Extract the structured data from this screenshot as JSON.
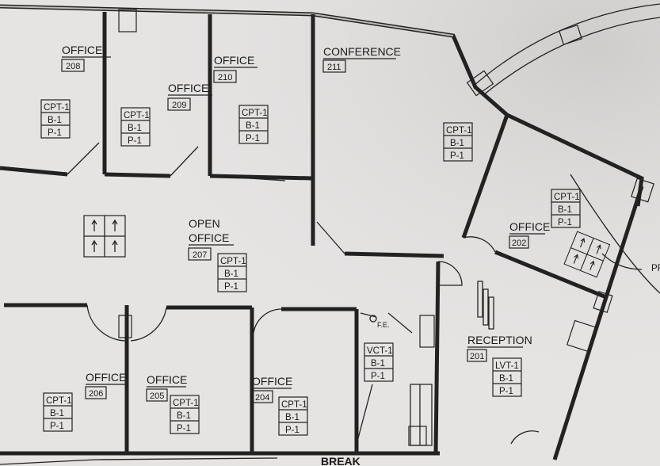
{
  "rooms": [
    {
      "name": "OFFICE",
      "number": "208",
      "tags": [
        "CPT-1",
        "B-1",
        "P-1"
      ]
    },
    {
      "name": "OFFICE",
      "number": "209",
      "tags": [
        "CPT-1",
        "B-1",
        "P-1"
      ]
    },
    {
      "name": "OFFICE",
      "number": "210",
      "tags": [
        "CPT-1",
        "B-1",
        "P-1"
      ]
    },
    {
      "name": "CONFERENCE",
      "number": "211",
      "tags": [
        "CPT-1",
        "B-1",
        "P-1"
      ]
    },
    {
      "name": [
        "OPEN",
        "OFFICE"
      ],
      "number": "207",
      "tags": [
        "CPT-1",
        "B-1",
        "P-1"
      ]
    },
    {
      "name": "OFFICE",
      "number": "202",
      "tags": [
        "CPT-1",
        "B-1",
        "P-1"
      ]
    },
    {
      "name": "RECEPTION",
      "number": "201",
      "tags": [
        "LVT-1",
        "B-1",
        "P-1"
      ]
    },
    {
      "name": "OFFICE",
      "number": "206",
      "tags": [
        "CPT-1",
        "B-1",
        "P-1"
      ]
    },
    {
      "name": "OFFICE",
      "number": "205",
      "tags": [
        "CPT-1",
        "B-1",
        "P-1"
      ]
    },
    {
      "name": "OFFICE",
      "number": "204",
      "tags": [
        "CPT-1",
        "B-1",
        "P-1"
      ]
    },
    {
      "name": "",
      "number": "",
      "tags": [
        "VCT-1",
        "B-1",
        "P-1"
      ]
    }
  ],
  "annotations": {
    "fire_extinguisher": "F.E.",
    "break_label": "BREAK",
    "cut_label": "PR",
    "column_mark": "I"
  },
  "colors": {
    "paper": "#e6e4e3",
    "ink": "#222222"
  }
}
